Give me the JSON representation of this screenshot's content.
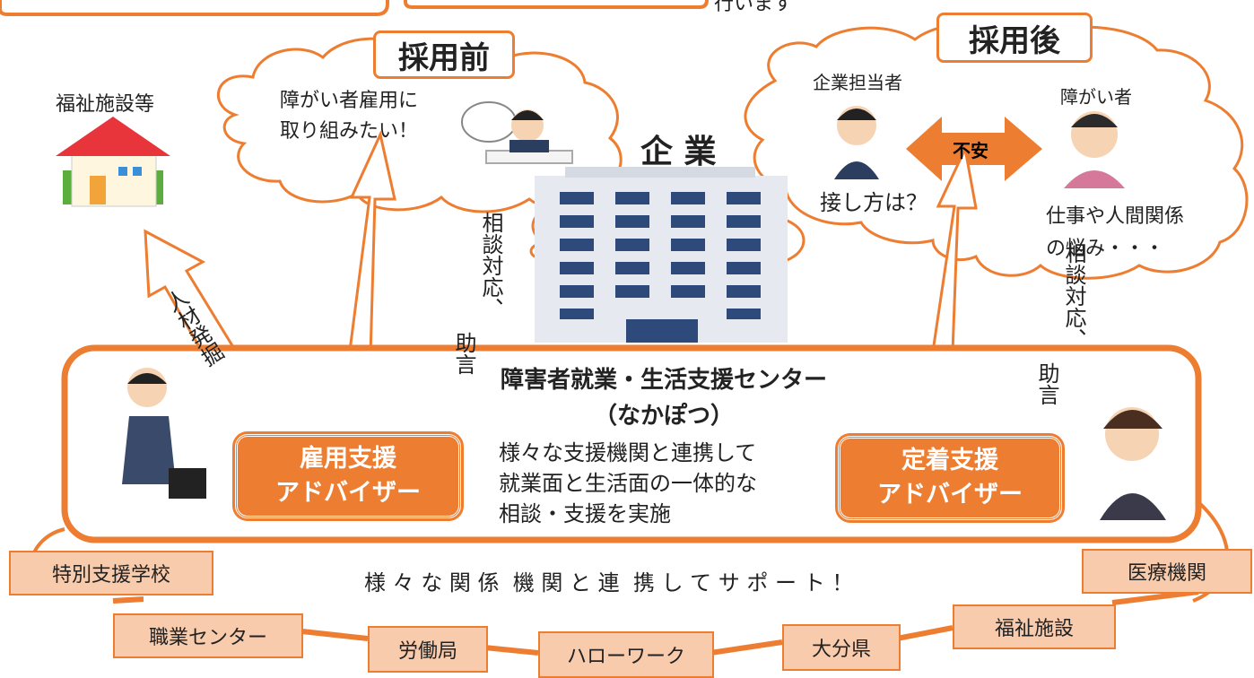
{
  "top_partial": "行います",
  "phases": {
    "before": "採用前",
    "after": "採用後"
  },
  "facility": {
    "label": "福祉施設等"
  },
  "thought_before": {
    "line1": "障がい者雇用に",
    "line2": "取り組みたい！"
  },
  "company": {
    "label": "企 業"
  },
  "after_block": {
    "staff_label": "企業担当者",
    "staff_question": "接し方は？",
    "anxiety_label": "不安",
    "person_label": "障がい者",
    "worry_line1": "仕事や人間関係",
    "worry_line2": "の悩み・・・"
  },
  "arrows": {
    "discovery": "人材発掘",
    "consult_line1": "相談対応、",
    "consult_line2": "助言",
    "consult2_line1": "相談対応、",
    "consult2_line2": "助言"
  },
  "center": {
    "title": "障害者就業・生活支援センター",
    "subtitle": "（なかぽつ）",
    "desc_line1": "様々な支援機関と連携して",
    "desc_line2": "就業面と生活面の一体的な",
    "desc_line3": "相談・支援を実施"
  },
  "advisors": {
    "employment_line1": "雇用支援",
    "employment_line2": "アドバイザー",
    "retention_line1": "定着支援",
    "retention_line2": "アドバイザー"
  },
  "network": {
    "caption": "様 々 な 関 係  機 関 と 連  携 し て サ ポ ー ト ！",
    "orgs": [
      "特別支援学校",
      "職業センター",
      "労働局",
      "ハローワーク",
      "大分県",
      "福祉施設",
      "医療機関"
    ]
  },
  "colors": {
    "accent": "#ED7D31",
    "org_fill": "#F8CBAD",
    "building": "#2E4A7A"
  }
}
